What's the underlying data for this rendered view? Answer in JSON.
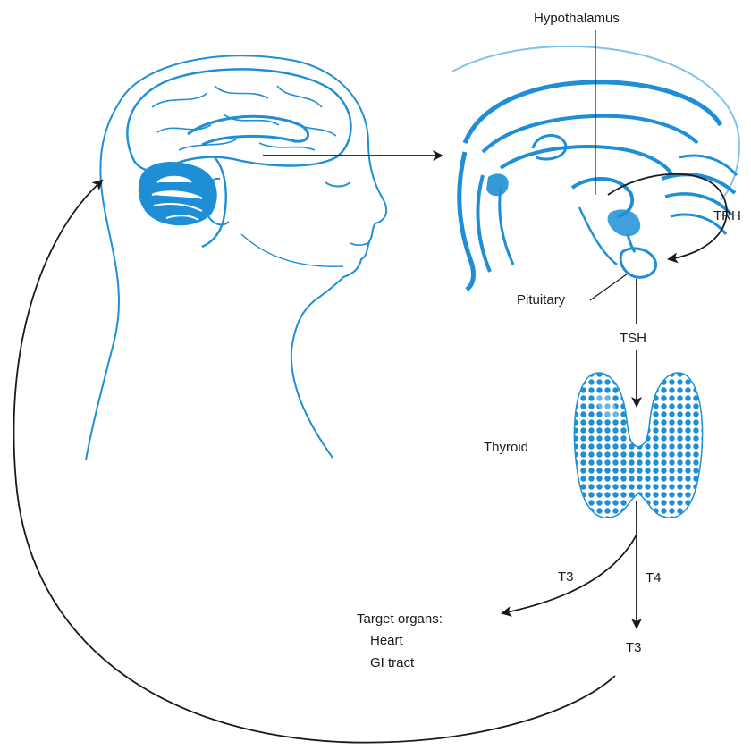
{
  "labels": {
    "hypothalamus": "Hypothalamus",
    "trh": "TRH",
    "pituitary": "Pituitary",
    "tsh": "TSH",
    "thyroid": "Thyroid",
    "t3_branch": "T3",
    "t4": "T4",
    "t3_converted": "T3",
    "target_organs": "Target organs:",
    "heart": "Heart",
    "gi_tract": "GI tract"
  },
  "colors": {
    "illustration_blue": "#1e8fd6",
    "line_dark": "#1a1a1a",
    "background": "#ffffff"
  }
}
